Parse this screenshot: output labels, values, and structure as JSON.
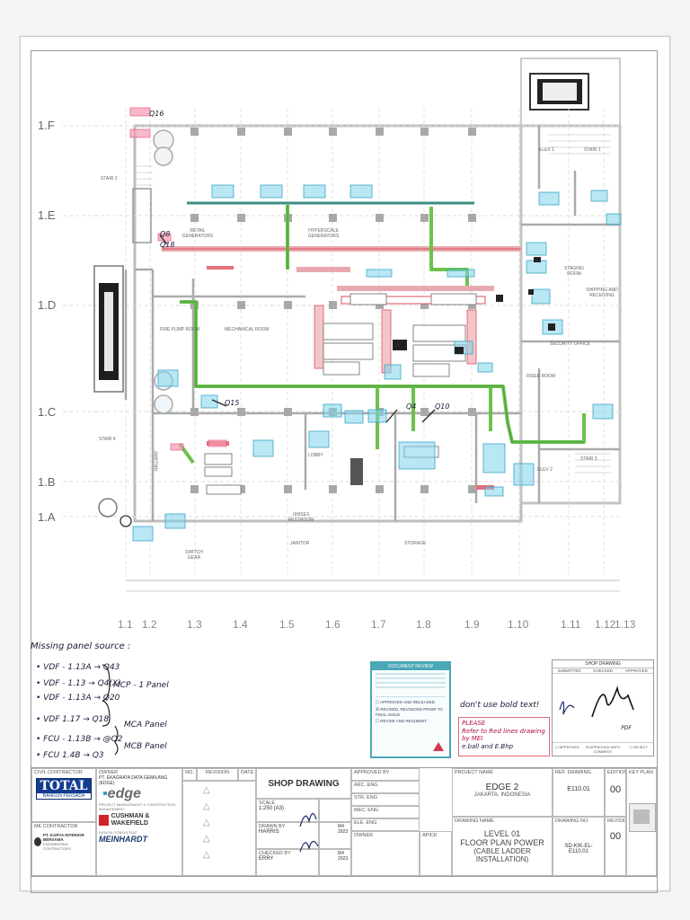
{
  "grid_rows": [
    "1.F",
    "1.E",
    "1.D",
    "1.C",
    "1.B",
    "1.A"
  ],
  "grid_cols": [
    "1.1",
    "1.2",
    "1.3",
    "1.4",
    "1.5",
    "1.6",
    "1.7",
    "1.8",
    "1.9",
    "1.10",
    "1.11",
    "1.12",
    "1.13"
  ],
  "rooms": {
    "retail_generators": "RETAIL GENERATORS",
    "hyperscale_generators": "HYPERSCALE GENERATORS",
    "mechanical_room": "MECHANICAL ROOM",
    "fire_pump_room": "FIRE PUMP ROOM",
    "lobby": "LOBBY",
    "hallway": "HALLWAY",
    "storage": "STORAGE",
    "janitor": "JANITOR",
    "switch_gear": "SWITCH GEAR",
    "staging_room": "STAGING ROOM",
    "shipping_receiving": "SHIPPING AND RECEIVING",
    "security_office": "SECURITY OFFICE",
    "riser_room": "RISER ROOM",
    "elev_1": "ELEV 1",
    "elev_2": "ELEV 2",
    "stair_1": "STAIR 1",
    "stair_2": "STAIR 2",
    "stair_3": "STAIR 3",
    "stair_4": "STAIR 4",
    "unisex_restroom": "UNISEX RESTROOM"
  },
  "annotations": {
    "q16": "Q16",
    "q15": "Q15",
    "q4": "Q4",
    "q10": "Q10",
    "q8": "Q8",
    "q18": "Q18"
  },
  "notes": {
    "missing_title": "Missing panel source :",
    "lines": [
      "• VDF - 1.13A → Q43",
      "• VDF - 1.13 → Q4(X)",
      "• VDF - 1.13A → Q20",
      "• VDF 1.17 → Q18",
      "• FCU - 1.13B → @Q2",
      "• FCU 1.4B → Q3"
    ],
    "mcp_panel": "MCP - 1 Panel",
    "mca_panel": "MCA Panel",
    "mcb_panel": "MCB Panel",
    "dont_use": "don't use bold text!",
    "please": "PLEASE",
    "refer": "Refer to Red lines drawing by MEI",
    "email": "e.ball and E.Bhp"
  },
  "review_box": {
    "title": "DOCUMENT REVIEW",
    "opt1": "APPROVED AND RELEASED",
    "opt2": "REVISED, REVISIONS PRIOR TO FINAL ISSUE",
    "opt3": "REVISE AND RESUBMIT"
  },
  "shop_drawing_box": {
    "title": "SHOP DRAWING",
    "submitted": "SUBMITTED",
    "checked": "CHECKED",
    "approved": "APPROVED",
    "approved_lbl": "APPROVED",
    "approved_with_comment": "APPROVED WITH COMMENT",
    "reject": "REJECT",
    "pdf": "PDF"
  },
  "title_block": {
    "civil_contractor": "CIVIL CONTRACTOR",
    "total_name": "TOTAL",
    "total_sub": "BANGUN PERSADA",
    "owner": "OWNER",
    "owner_name": "PT. EKAGRATA DATA GEMILANG (EDGE)",
    "edge_logo": "edge",
    "project_manager": "PROJECT MANAGEMENT & CONSTRUCTION MANAGEMENT",
    "cushman": "CUSHMAN & WAKEFIELD",
    "design_consultant": "DESIGN CONSULTANT",
    "meinhardt": "MEINHARDT",
    "me_contractor": "ME CONTRACTOR",
    "me_name": "PT. KARYA INTERIOR BERSAMA",
    "me_sub": "ENGINEERING CONTRACTORS",
    "no": "NO.",
    "revision": "REVISION",
    "date": "DATE",
    "shop_drawing": "SHOP DRAWING",
    "scale": "SCALE",
    "scale_val": "1:250 (A3)",
    "drawn_by": "DRAWN BY",
    "drawn_val": "HARRIS",
    "checked_by": "CHECKED BY",
    "checked_val": "ERRY",
    "date1": "8/4 2023",
    "date2": "8/4 2023",
    "approved_by": "APPROVED BY",
    "arc_eng": "ARC. ENG",
    "str_eng": "STR. ENG",
    "mec_eng": "MEC. ENG",
    "ele_eng": "ELE. ENG",
    "owner2": "OWNER",
    "apick": "APICK",
    "project_name": "PROJECT NAME",
    "project_val": "EDGE 2",
    "location_val": "JAKARTA, INDONESIA",
    "drawing_name": "DRAWING NAME",
    "drawing_line1": "LEVEL 01",
    "drawing_line2": "FLOOR PLAN POWER",
    "drawing_line3": "(CABLE LADDER INSTALLATION)",
    "ref_drawing": "REF. DRAWING",
    "ref_val": "E110.01",
    "drawing_no": "DRAWING NO.",
    "drawing_no_val": "SD-KIK-EL-E110.01",
    "edition": "EDITION",
    "edition_val": "00",
    "revision2": "REVISION",
    "revision_val": "00",
    "key_plan": "KEY PLAN"
  }
}
